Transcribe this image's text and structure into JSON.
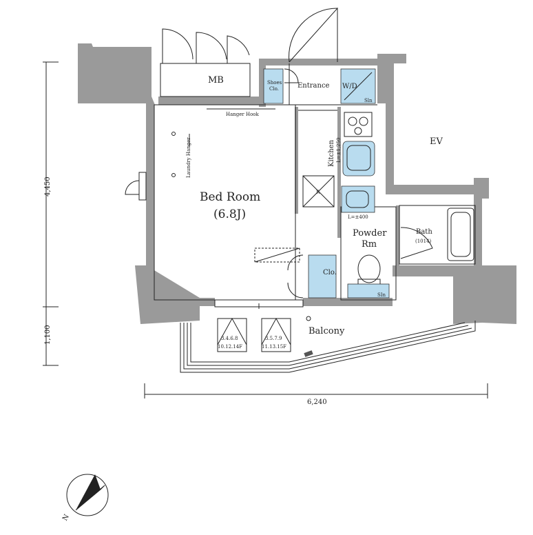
{
  "labels": {
    "mb": "MB",
    "shoes": [
      "Shoes",
      "Clo."
    ],
    "entrance": "Entrance",
    "wd": "W/D",
    "kitchen": "Kitchen",
    "kitchen_sub": "L=±1,250",
    "ev": "EV",
    "hanger_hook": "Hanger Hook",
    "laundry_hanger": "Laundry Hanger",
    "bedroom": "Bed Room",
    "bedroom_size": "(6.8J)",
    "powder": [
      "Powder",
      "Rm"
    ],
    "bath": "Bath",
    "bath_size": "(1014)",
    "clo": "Clo.",
    "balcony": "Balcony",
    "refrigerator": "R",
    "sink_label": "L=±400",
    "slot": "Sln",
    "slot2": "SIn"
  },
  "outdoor_units": [
    [
      "3.4.6.8",
      "10.12.14F"
    ],
    [
      "3.5.7.9",
      "11.13.15F"
    ]
  ],
  "dimensions": {
    "height_upper": "4,450",
    "height_lower": "1,100",
    "width": "6,240"
  },
  "compass": {
    "label": "N"
  },
  "colors": {
    "wall": "#9a9a9a",
    "fixture": "#b9dcef",
    "line": "#222222"
  }
}
